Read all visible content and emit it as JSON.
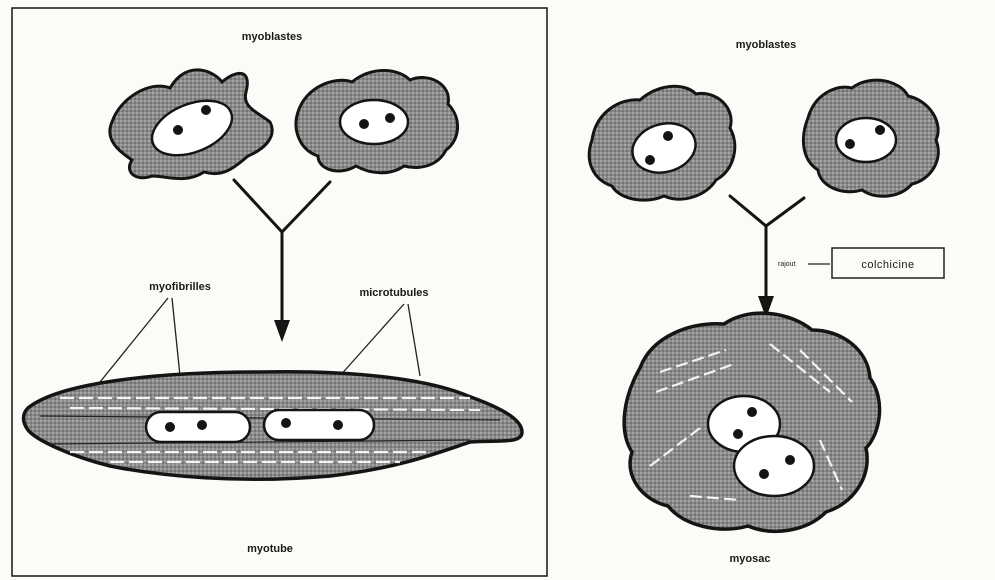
{
  "left_panel": {
    "label_top": "myoblastes",
    "label_myofibrils": "myofibrilles",
    "label_microtubules": "microtubules",
    "label_bottom": "myotube"
  },
  "right_panel": {
    "label_top": "myoblastes",
    "label_treatment": "rajout",
    "label_drug": "colchicine",
    "label_bottom": "myosac"
  },
  "colors": {
    "cytoplasm": "#7d7d7d",
    "outline": "#141414",
    "nucleus": "#ffffff",
    "background": "#fbfbf8"
  }
}
